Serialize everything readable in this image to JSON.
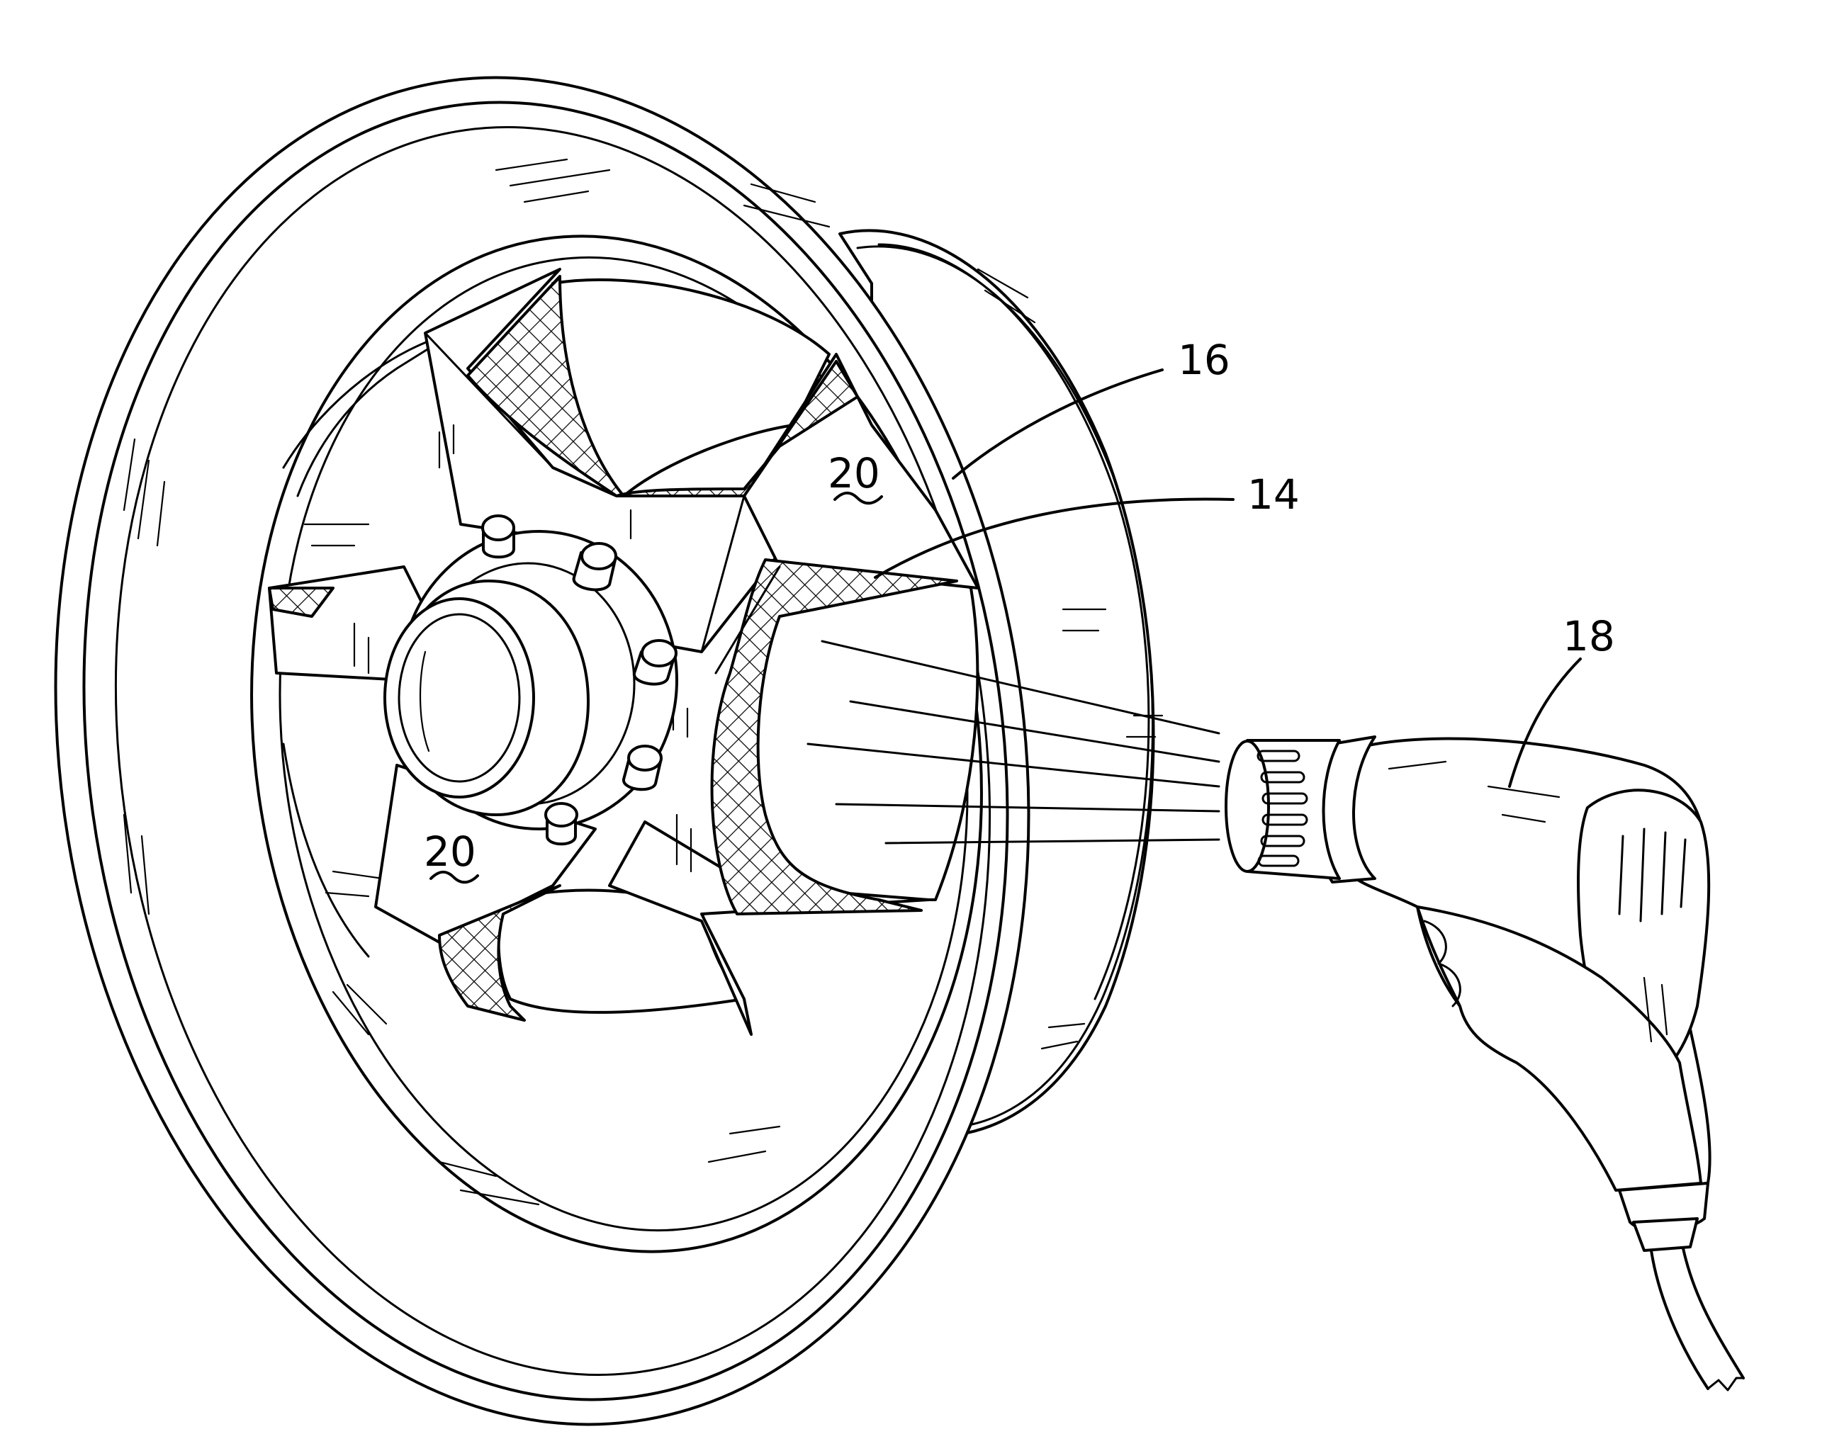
{
  "figure": {
    "labels": {
      "ref_16": "16",
      "ref_14": "14",
      "ref_18": "18",
      "ref_20_upper": "20",
      "ref_20_lower": "20"
    },
    "colors": {
      "ink": "#000000",
      "paper": "#ffffff"
    },
    "icons": {
      "wheel": "wheel-rim-icon",
      "heat_gun": "heat-gun-icon"
    }
  }
}
